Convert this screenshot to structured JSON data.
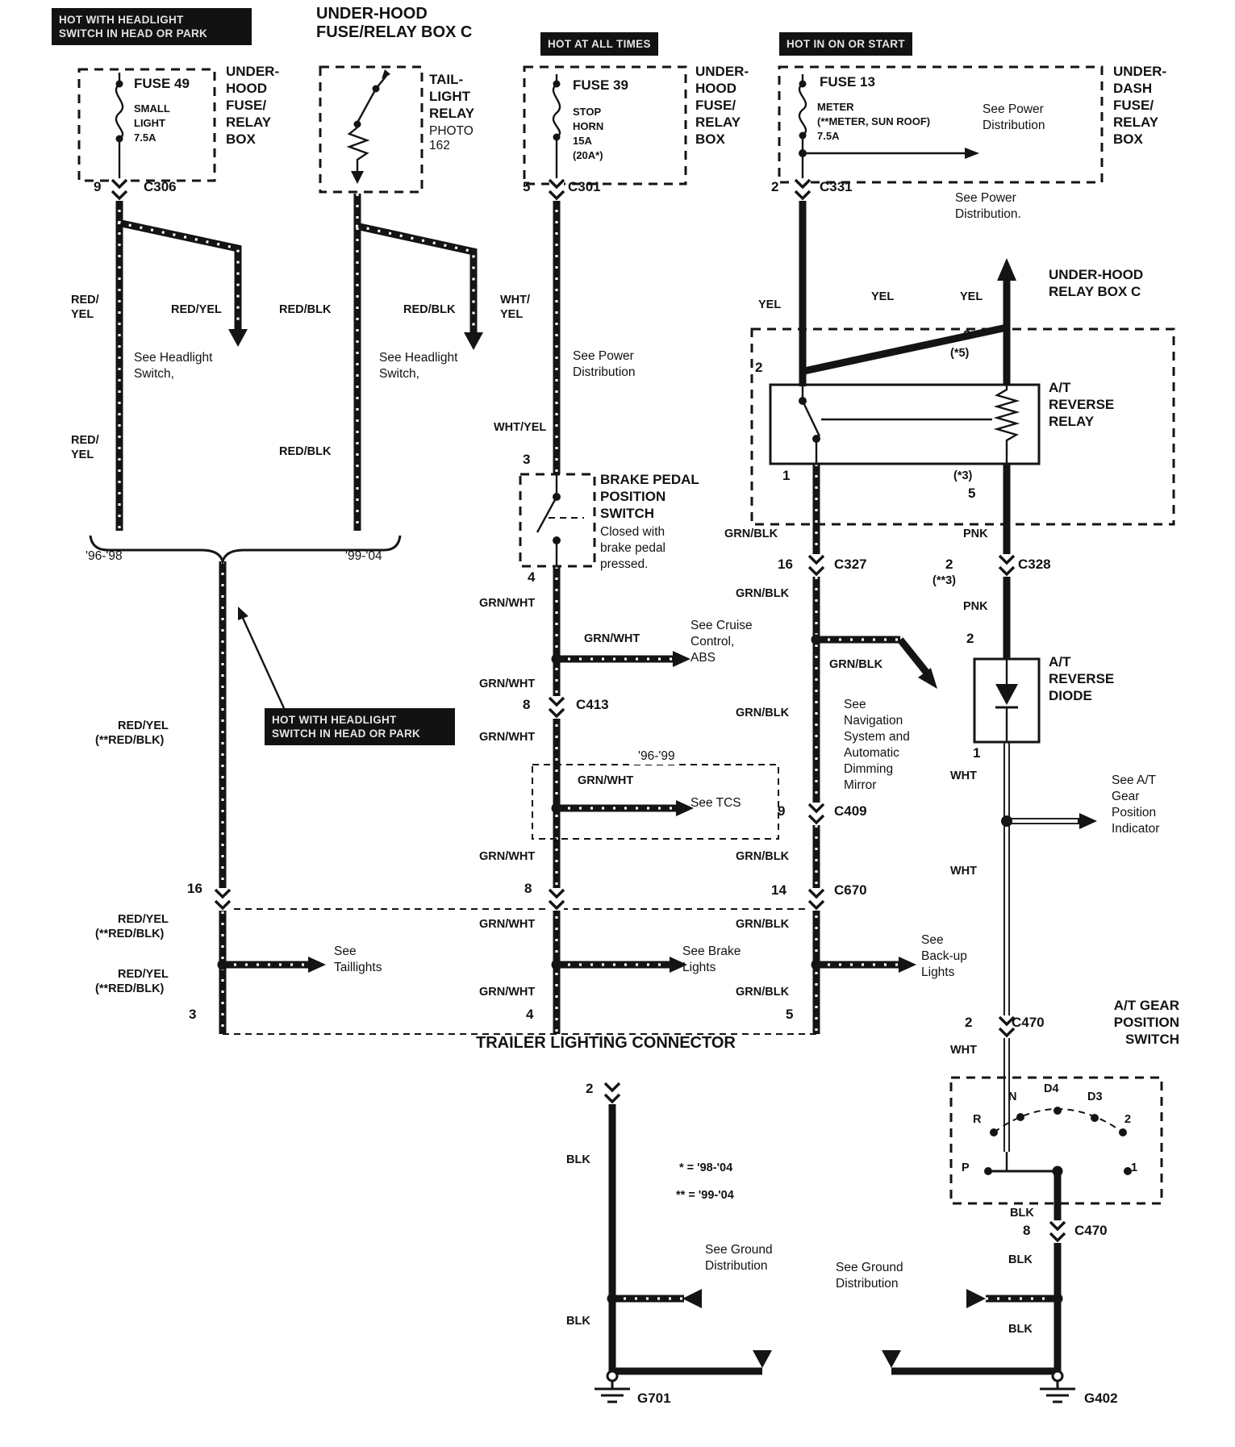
{
  "banners": {
    "hot_headlight": {
      "l1": "HOT WITH HEADLIGHT",
      "l2": "SWITCH IN HEAD OR PARK"
    },
    "hot_all_times": "HOT AT ALL TIMES",
    "hot_on_start": "HOT IN ON OR START"
  },
  "titles": {
    "underhood_c1": "UNDER-HOOD",
    "underhood_c2": "FUSE/RELAY BOX C",
    "underhood_relay1": "UNDER-HOOD",
    "underhood_relay2": "RELAY BOX C",
    "trailer": "TRAILER LIGHTING CONNECTOR"
  },
  "box_labels": {
    "underhood": {
      "l1": "UNDER-",
      "l2": "HOOD",
      "l3": "FUSE/",
      "l4": "RELAY",
      "l5": "BOX"
    },
    "underdash": {
      "l1": "UNDER-",
      "l2": "DASH",
      "l3": "FUSE/",
      "l4": "RELAY",
      "l5": "BOX"
    }
  },
  "fuses": {
    "fuse49": {
      "name": "FUSE 49",
      "d1": "SMALL",
      "d2": "LIGHT",
      "d3": "7.5A"
    },
    "fuse39": {
      "name": "FUSE 39",
      "d1": "STOP",
      "d2": "HORN",
      "d3": "15A",
      "d4": "(20A*)"
    },
    "fuse13": {
      "name": "FUSE 13",
      "d1": "METER",
      "d2": "(**METER, SUN ROOF)",
      "d3": "7.5A"
    }
  },
  "relays": {
    "taillight": {
      "n1": "TAIL-",
      "n2": "LIGHT",
      "n3": "RELAY",
      "p1": "PHOTO",
      "p2": "162"
    },
    "at_reverse": {
      "n1": "A/T",
      "n2": "REVERSE",
      "n3": "RELAY",
      "pin2": "2",
      "pin3": "3",
      "pin3_note": "(*5)",
      "pin1": "1",
      "pin5_note": "(*3)",
      "pin5": "5"
    }
  },
  "diode": {
    "n1": "A/T",
    "n2": "REVERSE",
    "n3": "DIODE",
    "pin": "1",
    "pin_top": "2"
  },
  "brake_switch": {
    "pin_in": "3",
    "pin_out": "4",
    "n1": "BRAKE PEDAL",
    "n2": "POSITION",
    "n3": "SWITCH",
    "c1": "Closed with",
    "c2": "brake pedal",
    "c3": "pressed."
  },
  "gear_switch": {
    "n1": "A/T GEAR",
    "n2": "POSITION",
    "n3": "SWITCH",
    "r": "R",
    "n": "N",
    "d4": "D4",
    "d3": "D3",
    "two": "2",
    "p": "P",
    "one": "1"
  },
  "connectors": {
    "c306": {
      "pin": "9",
      "name": "C306"
    },
    "c301": {
      "pin": "5",
      "name": "C301"
    },
    "c331": {
      "pin": "2",
      "name": "C331"
    },
    "c327": {
      "pin": "16",
      "name": "C327"
    },
    "c328": {
      "pin": "2",
      "note": "(**3)",
      "name": "C328"
    },
    "c413": {
      "pin": "8",
      "name": "C413"
    },
    "c409": {
      "pin": "9",
      "name": "C409"
    },
    "c670": {
      "pin": "14",
      "name": "C670"
    },
    "c470_top": {
      "pin": "2",
      "name": "C470"
    },
    "c470_bottom": {
      "pin": "8",
      "name": "C470"
    }
  },
  "trailer_pins": {
    "left_top": "16",
    "left_bottom": "3",
    "mid_top": "8",
    "mid_bottom": "4",
    "right_bottom": "5",
    "ground": "2"
  },
  "wire_labels": {
    "red": "RED/",
    "yel": "YEL",
    "red_yel": "RED/YEL",
    "red_blk": "RED/BLK",
    "wht_part": "WHT/",
    "wht_yel": "WHT/YEL",
    "grn_wht": "GRN/WHT",
    "grn_blk": "GRN/BLK",
    "pnk": "PNK",
    "wht": "WHT",
    "blk": "BLK",
    "red_blk_alt": "(**RED/BLK)"
  },
  "notes": {
    "see_power1": {
      "l1": "See Power",
      "l2": "Distribution"
    },
    "see_power2": {
      "l1": "See Power",
      "l2": "Distribution."
    },
    "see_power3": {
      "l1": "See Power",
      "l2": "Distribution"
    },
    "see_headlight": {
      "l1": "See Headlight",
      "l2": "Switch,"
    },
    "see_cruise": {
      "l1": "See Cruise",
      "l2": "Control,",
      "l3": "ABS"
    },
    "see_tcs": "See TCS",
    "see_nav": {
      "l1": "See",
      "l2": "Navigation",
      "l3": "System and",
      "l4": "Automatic",
      "l5": "Dimming",
      "l6": "Mirror"
    },
    "see_gear": {
      "l1": "See A/T",
      "l2": "Gear",
      "l3": "Position",
      "l4": "Indicator"
    },
    "see_taillights": {
      "l1": "See",
      "l2": "Taillights"
    },
    "see_brake": {
      "l1": "See Brake",
      "l2": "Lights"
    },
    "see_backup": {
      "l1": "See",
      "l2": "Back-up",
      "l3": "Lights"
    },
    "see_ground": {
      "l1": "See Ground",
      "l2": "Distribution"
    },
    "range_tcs": "'96-'99",
    "range_left": "'96-'98",
    "range_right": "'99-'04",
    "legend1": "* =  '98-'04",
    "legend2": "** =  '99-'04"
  },
  "grounds": {
    "g701": "G701",
    "g402": "G402"
  }
}
